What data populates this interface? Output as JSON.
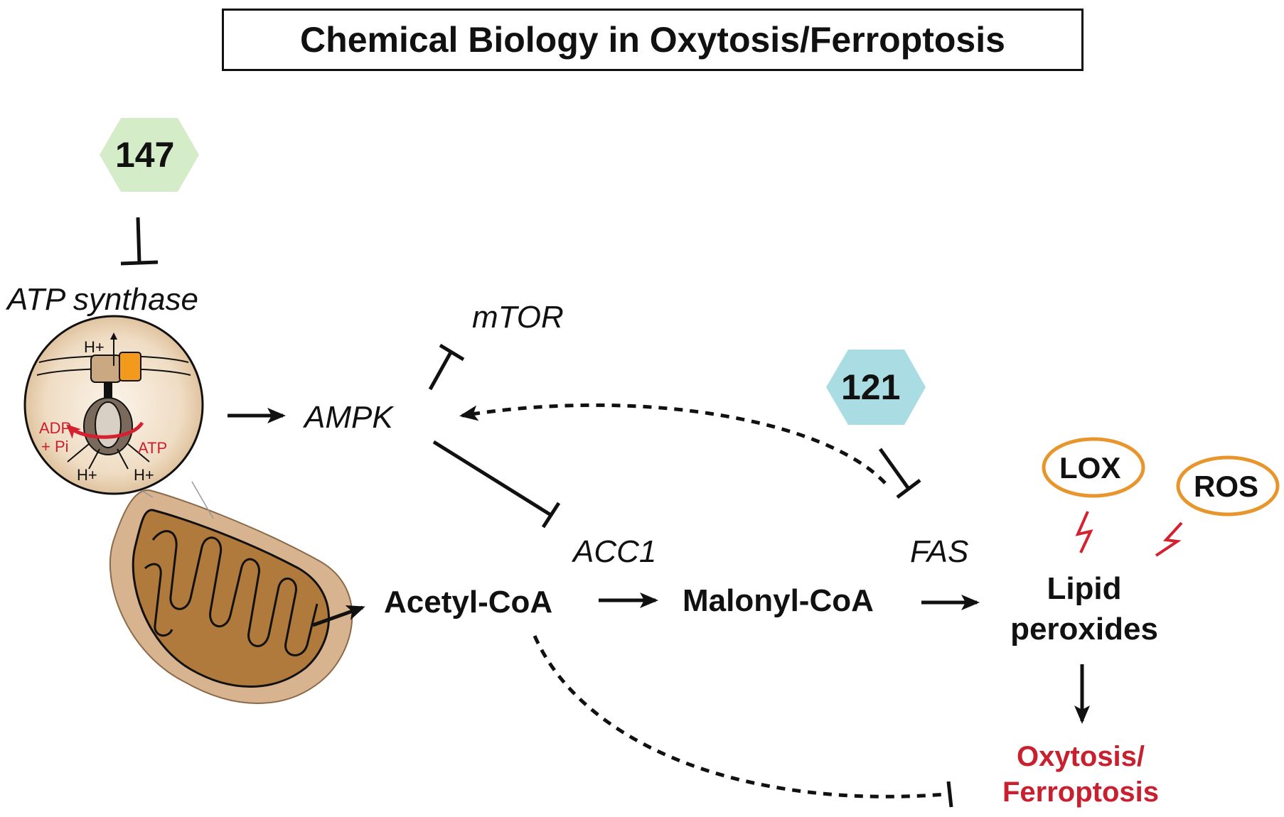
{
  "title": "Chemical Biology in Oxytosis/Ferroptosis",
  "compounds": {
    "c147": "147",
    "c121": "121"
  },
  "targets": {
    "atp_synthase": "ATP synthase",
    "mtor": "mTOR",
    "ampk": "AMPK",
    "acc1": "ACC1",
    "fas": "FAS"
  },
  "metabolites": {
    "acetyl_coa": "Acetyl-CoA",
    "malonyl_coa": "Malonyl-CoA",
    "lipid_line1": "Lipid",
    "lipid_line2": "peroxides"
  },
  "oxidants": {
    "lox": "LOX",
    "ros": "ROS"
  },
  "outcome": {
    "line1": "Oxytosis/",
    "line2": "Ferroptosis"
  },
  "inset_labels": {
    "h_top": "H+",
    "adp": "ADP",
    "pi": "+ Pi",
    "atp": "ATP",
    "h_left": "H+",
    "h_right": "H+"
  },
  "colors": {
    "hex147": "#d5ecc9",
    "hex121": "#a9dde3",
    "oval_stroke": "#e8952c",
    "bolt": "#d4202f",
    "outcome_text": "#c8202f",
    "mito_outer": "#d7b48f",
    "mito_inner": "#b07a3c",
    "inset_fill": "#f5e8d8"
  }
}
